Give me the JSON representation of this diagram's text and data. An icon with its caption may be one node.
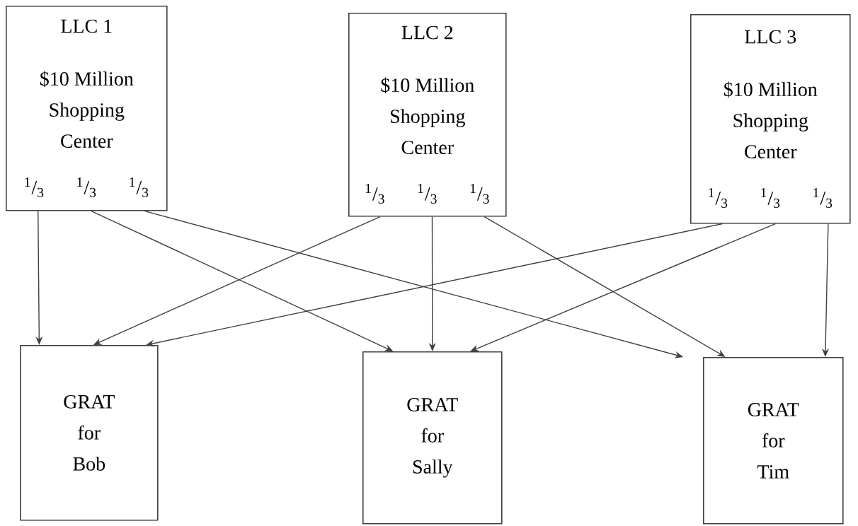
{
  "diagram": {
    "nodes": [
      {
        "text": [
          "LLC 1",
          "$10 Million Shopping Center",
          "$^{1}$/$_{3}$",
          "$^{1}$/$_{3}$",
          "$^{1}$/$_{3}$"
        ]
      },
      {
        "text": [
          "LLC 2",
          "$10 Million Shopping Center",
          "$^{1}$/$_{3}$",
          "$^{1}$/$_{3}$",
          "$^{1}$/$_{3}$"
        ]
      },
      {
        "text": [
          "LLC 3",
          "$10 Million Shopping Center",
          "$^{1}$/$_{3}$",
          "$^{1}$/$_{3}$",
          "$^{1}$/$_{3}$"
        ]
      },
      {
        "text": [
          "GRAT for Bob"
        ]
      },
      {
        "text": [
          "GRAT for Sally"
        ]
      },
      {
        "text": [
          "GRAT for Tim"
        ]
      }
    ],
    "edges": [
      {
        "from": 0,
        "to": 3,
        "arrow": "to"
      },
      {
        "from": 0,
        "to": 4,
        "arrow": "to"
      },
      {
        "from": 0,
        "to": 5,
        "arrow": "to"
      },
      {
        "from": 1,
        "to": 3,
        "arrow": "to"
      },
      {
        "from": 1,
        "to": 4,
        "arrow": "to"
      },
      {
        "from": 1,
        "to": 5,
        "arrow": "to"
      },
      {
        "from": 2,
        "to": 3,
        "arrow": "to"
      },
      {
        "from": 2,
        "to": 4,
        "arrow": "to"
      },
      {
        "from": 2,
        "to": 5,
        "arrow": "to"
      }
    ]
  }
}
